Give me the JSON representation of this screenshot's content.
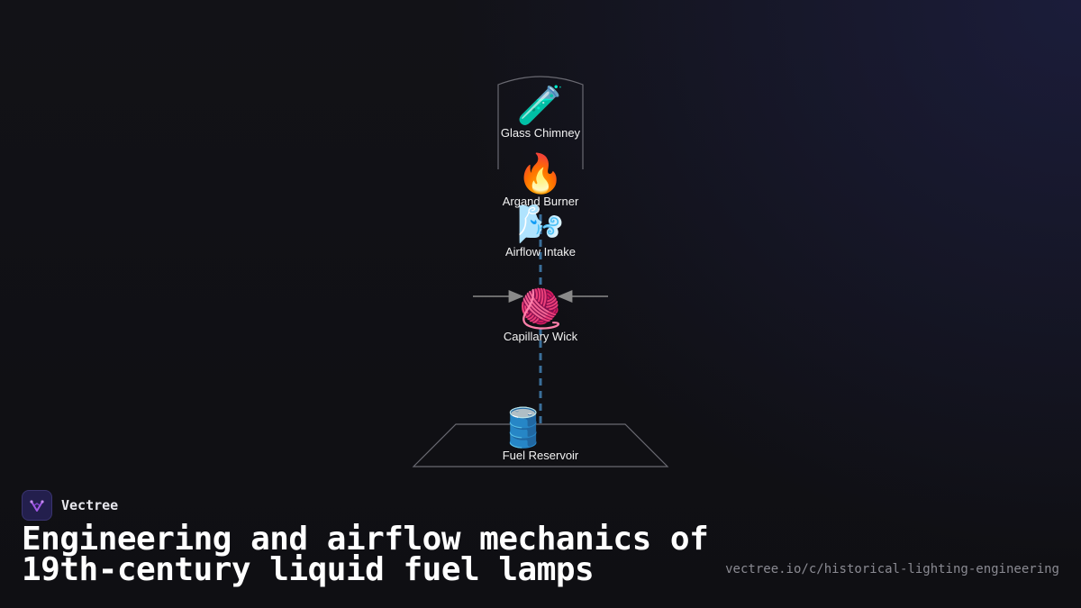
{
  "diagram": {
    "nodes": [
      {
        "id": "chimney",
        "label": "Glass Chimney",
        "icon": "test-tube-icon",
        "emoji": "🧪"
      },
      {
        "id": "burner",
        "label": "Argand Burner",
        "icon": "fire-icon",
        "emoji": "🔥"
      },
      {
        "id": "airflow",
        "label": "Airflow Intake",
        "icon": "wind-icon",
        "emoji": "🌬️"
      },
      {
        "id": "wick",
        "label": "Capillary Wick",
        "icon": "yarn-icon",
        "emoji": "🧶"
      },
      {
        "id": "reservoir",
        "label": "Fuel Reservoir",
        "icon": "oil-drum-icon",
        "emoji": "🛢️"
      }
    ],
    "colors": {
      "outline": "#6a6a72",
      "dashed_line": "#3a6f9a",
      "arrow": "#8a8a8a"
    }
  },
  "brand": {
    "name": "Vectree",
    "logo_icon": "vectree-logo-icon",
    "logo_color": "#a259e6"
  },
  "footer": {
    "title": "Engineering and airflow mechanics of 19th-century liquid fuel lamps",
    "url": "vectree.io/c/historical-lighting-engineering"
  }
}
